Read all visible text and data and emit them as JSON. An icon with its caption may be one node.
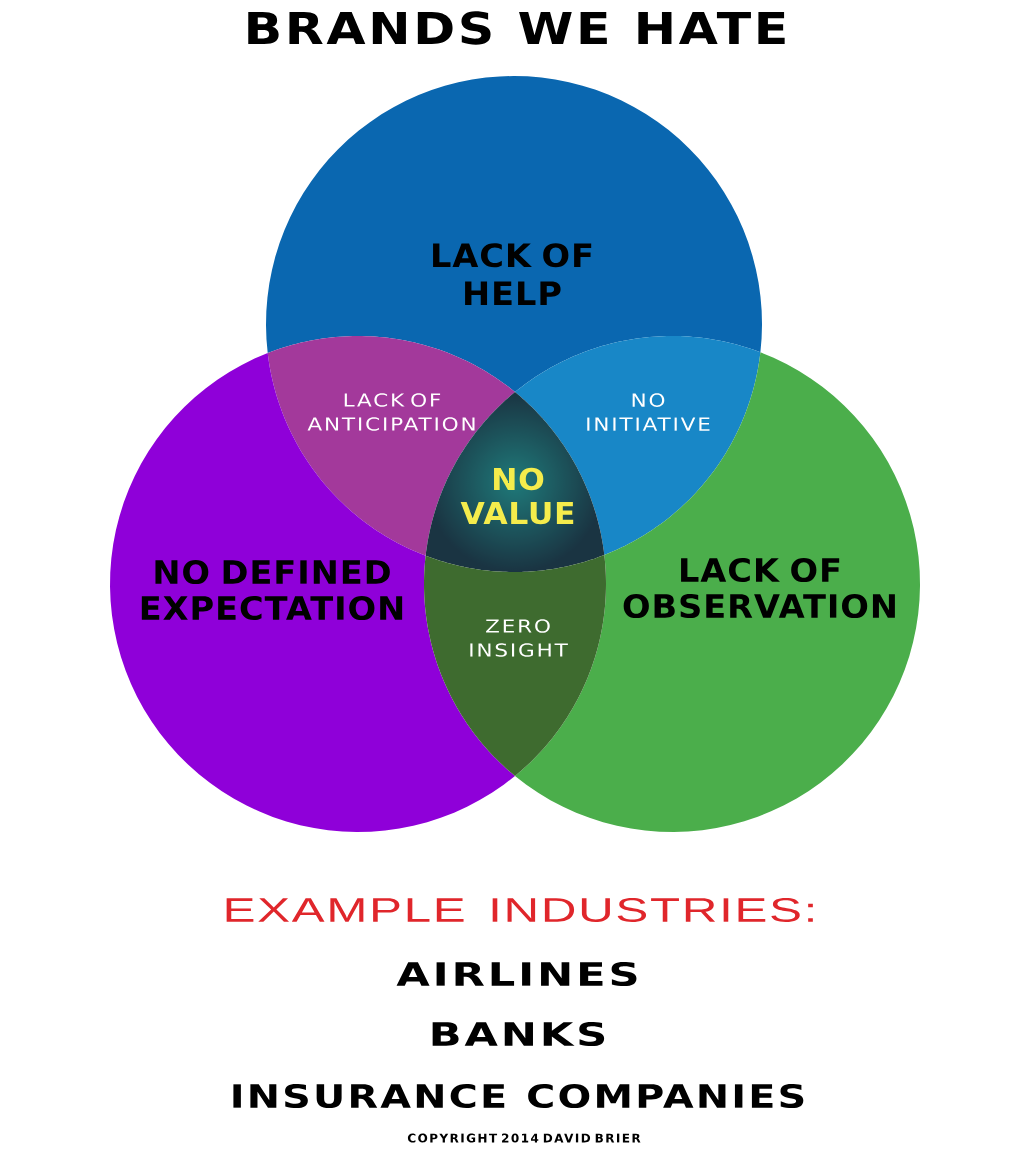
{
  "diagram": {
    "title": "BRANDS WE HATE",
    "nodes": [
      {
        "text": [
          "LACK OF HELP"
        ]
      },
      {
        "text": [
          "LACK OF ANTICIPATION"
        ]
      },
      {
        "text": [
          "NO INITIATIVE"
        ]
      },
      {
        "text": [
          "NO VALUE"
        ]
      },
      {
        "text": [
          "NO DEFINED EXPECTATION"
        ]
      },
      {
        "text": [
          "LACK OF OBSERVATION"
        ]
      },
      {
        "text": [
          "ZERO INSIGHT"
        ]
      }
    ],
    "labels": [
      "EXAMPLE INDUSTRIES:",
      "AIRLINES",
      "BANKS",
      "INSURANCE COMPANIES",
      "COPYRIGHT 2014 DAVID BRIER"
    ]
  }
}
